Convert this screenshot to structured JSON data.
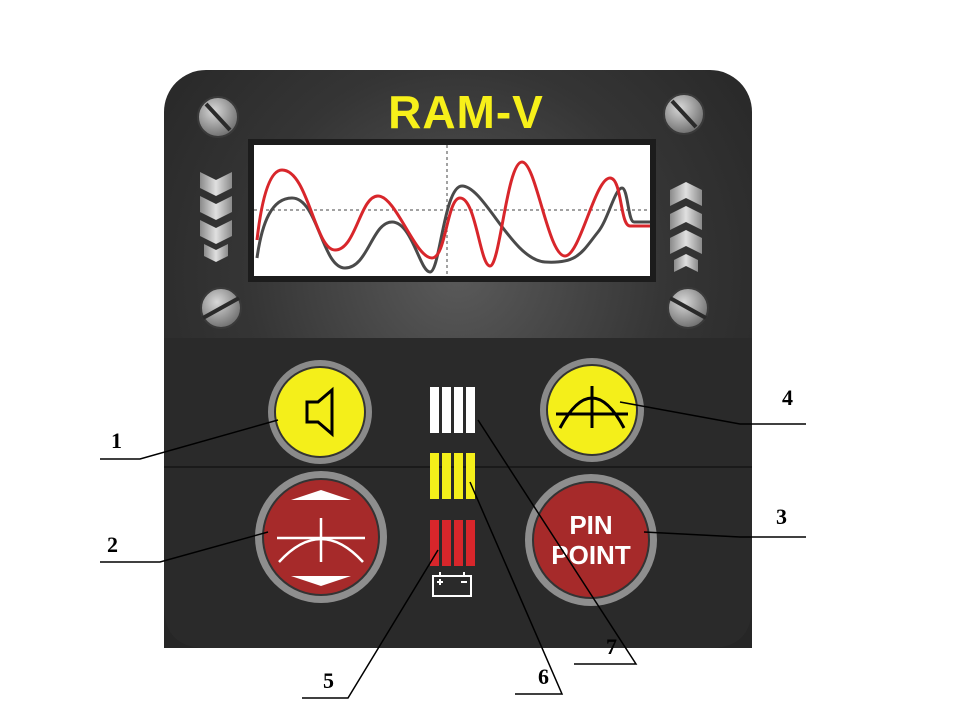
{
  "device": {
    "brand": "RAM-V",
    "pinpoint_label_line1": "PIN",
    "pinpoint_label_line2": "POINT"
  },
  "callouts": [
    "1",
    "2",
    "3",
    "4",
    "5",
    "6",
    "7"
  ],
  "colors": {
    "body": "#2f2f2f",
    "brand": "#f7f01a",
    "yellow_button": "#f4ef1a",
    "red_button": "#a62a2a",
    "trace_red": "#d8262b",
    "trace_grey": "#4a4a4a",
    "led_white": "#ffffff",
    "led_yellow": "#f4ef1a",
    "led_red": "#d8262b"
  },
  "icons": {
    "button_1": "speaker-icon",
    "button_2": "sensitivity-up-down-icon",
    "button_4": "signal-peak-icon",
    "battery": "battery-icon"
  }
}
